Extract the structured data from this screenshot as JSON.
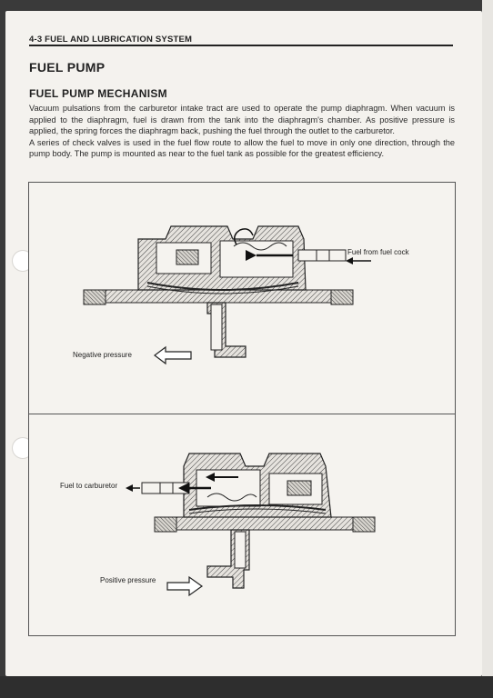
{
  "header": {
    "running_head": "4-3  FUEL AND LUBRICATION SYSTEM"
  },
  "section": {
    "title": "FUEL PUMP",
    "subtitle": "FUEL PUMP MECHANISM"
  },
  "body": {
    "paragraph1": "Vacuum pulsations from the carburetor intake tract are used to operate the pump diaphragm. When vacuum is applied to the diaphragm, fuel is drawn from the tank into the diaphragm's chamber. As positive pressure is applied, the spring forces the diaphragm back, pushing the fuel through the outlet to the carburetor.",
    "paragraph2": "A series of check valves is used in the fuel flow route to allow the fuel to move in only one direction, through the pump body. The pump is mounted as near to the fuel tank as possible for the greatest efficiency."
  },
  "figure_top": {
    "label_inlet": "Fuel from fuel cock",
    "label_pressure": "Negative pressure"
  },
  "figure_bottom": {
    "label_outlet": "Fuel to carburetor",
    "label_pressure": "Positive pressure"
  }
}
